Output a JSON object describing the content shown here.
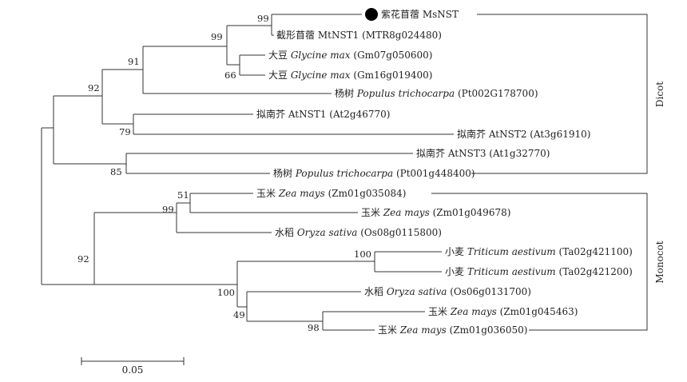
{
  "tree": {
    "taxa": [
      {
        "id": "msnst",
        "cn": "紫花苜蓿",
        "species": "",
        "gene": "MsNST",
        "marked": true
      },
      {
        "id": "mtnst1",
        "cn": "截形苜蓿",
        "species": "",
        "gene": "MtNST1 (MTR8g024480)"
      },
      {
        "id": "gm07",
        "cn": "大豆",
        "species": "Glycine max",
        "gene": "(Gm07g050600)"
      },
      {
        "id": "gm16",
        "cn": "大豆",
        "species": "Glycine max",
        "gene": "(Gm16g019400)"
      },
      {
        "id": "pt002",
        "cn": "杨树",
        "species": "Populus trichocarpa",
        "gene": "(Pt002G178700)"
      },
      {
        "id": "atnst1",
        "cn": "拟南芥",
        "species": "",
        "gene": "AtNST1 (At2g46770)"
      },
      {
        "id": "atnst2",
        "cn": "拟南芥",
        "species": "",
        "gene": "AtNST2 (At3g61910)"
      },
      {
        "id": "atnst3",
        "cn": "拟南芥",
        "species": "",
        "gene": "AtNST3 (At1g32770)"
      },
      {
        "id": "pt001",
        "cn": "杨树",
        "species": "Populus trichocarpa",
        "gene": "(Pt001g448400)"
      },
      {
        "id": "zm035",
        "cn": "玉米",
        "species": "Zea mays",
        "gene": "(Zm01g035084)"
      },
      {
        "id": "zm049",
        "cn": "玉米",
        "species": "Zea mays",
        "gene": "(Zm01g049678)"
      },
      {
        "id": "os08",
        "cn": "水稻",
        "species": "Oryza sativa",
        "gene": "(Os08g0115800)"
      },
      {
        "id": "ta100",
        "cn": "小麦",
        "species": "Triticum aestivum",
        "gene": "(Ta02g421100)"
      },
      {
        "id": "ta200",
        "cn": "小麦",
        "species": "Triticum aestivum",
        "gene": "(Ta02g421200)"
      },
      {
        "id": "os06",
        "cn": "水稻",
        "species": "Oryza sativa",
        "gene": "(Os06g0131700)"
      },
      {
        "id": "zm045",
        "cn": "玉米",
        "species": "Zea mays",
        "gene": "(Zm01g045463)"
      },
      {
        "id": "zm036",
        "cn": "玉米",
        "species": "Zea mays",
        "gene": "(Zm01g036050)"
      }
    ],
    "bootstrap": {
      "msnst_mtnst1": "99",
      "msmt_gm": "99",
      "gm07_gm16": "66",
      "legume_poplar": "91",
      "dicot_a": "92",
      "atnst1_atnst2": "79",
      "atnst3_pt001": "85",
      "zm035_zm049": "51",
      "zm_os08": "99",
      "ta_pair": "100",
      "monocot_b": "100",
      "os06_zm": "49",
      "zm045_zm036": "98",
      "monocot_root": "92"
    },
    "groups": {
      "dicot": "Dicot",
      "monocot": "Monocot"
    },
    "scale": "0.05"
  }
}
